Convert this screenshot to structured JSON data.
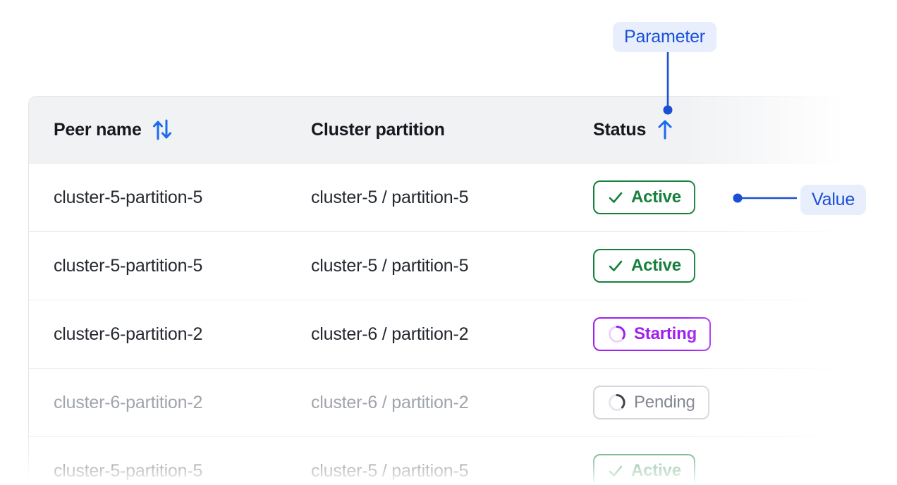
{
  "table": {
    "columns": [
      {
        "label": "Peer name",
        "sort_icon": "sort-up-down-icon",
        "sortable": true
      },
      {
        "label": "Cluster partition",
        "sort_icon": null,
        "sortable": false
      },
      {
        "label": "Status",
        "sort_icon": "sort-up-icon",
        "sortable": true
      }
    ],
    "rows": [
      {
        "peer_name": "cluster-5-partition-5",
        "cluster_partition": "cluster-5 / partition-5",
        "status": "Active",
        "status_variant": "active",
        "status_icon": "check-icon",
        "muted": false
      },
      {
        "peer_name": "cluster-5-partition-5",
        "cluster_partition": "cluster-5 / partition-5",
        "status": "Active",
        "status_variant": "active",
        "status_icon": "check-icon",
        "muted": false
      },
      {
        "peer_name": "cluster-6-partition-2",
        "cluster_partition": "cluster-6 / partition-2",
        "status": "Starting",
        "status_variant": "starting",
        "status_icon": "spinner-icon",
        "muted": false
      },
      {
        "peer_name": "cluster-6-partition-2",
        "cluster_partition": "cluster-6 / partition-2",
        "status": "Pending",
        "status_variant": "pending",
        "status_icon": "spinner-icon",
        "muted": true
      }
    ]
  },
  "annotations": {
    "parameter": {
      "label": "Parameter",
      "target": "status-column-header"
    },
    "value": {
      "label": "Value",
      "target": "row-1-status-badge"
    }
  },
  "colors": {
    "accent_blue": "#1a4fd6",
    "annotation_chip_bg": "#e8eefc",
    "status_active": "#16803c",
    "status_starting": "#a020f0",
    "status_pending": "#82878f",
    "header_bg": "#f1f2f4",
    "border": "#e2e4e8",
    "text_primary": "#24282f",
    "text_muted": "#a0a4ab"
  }
}
